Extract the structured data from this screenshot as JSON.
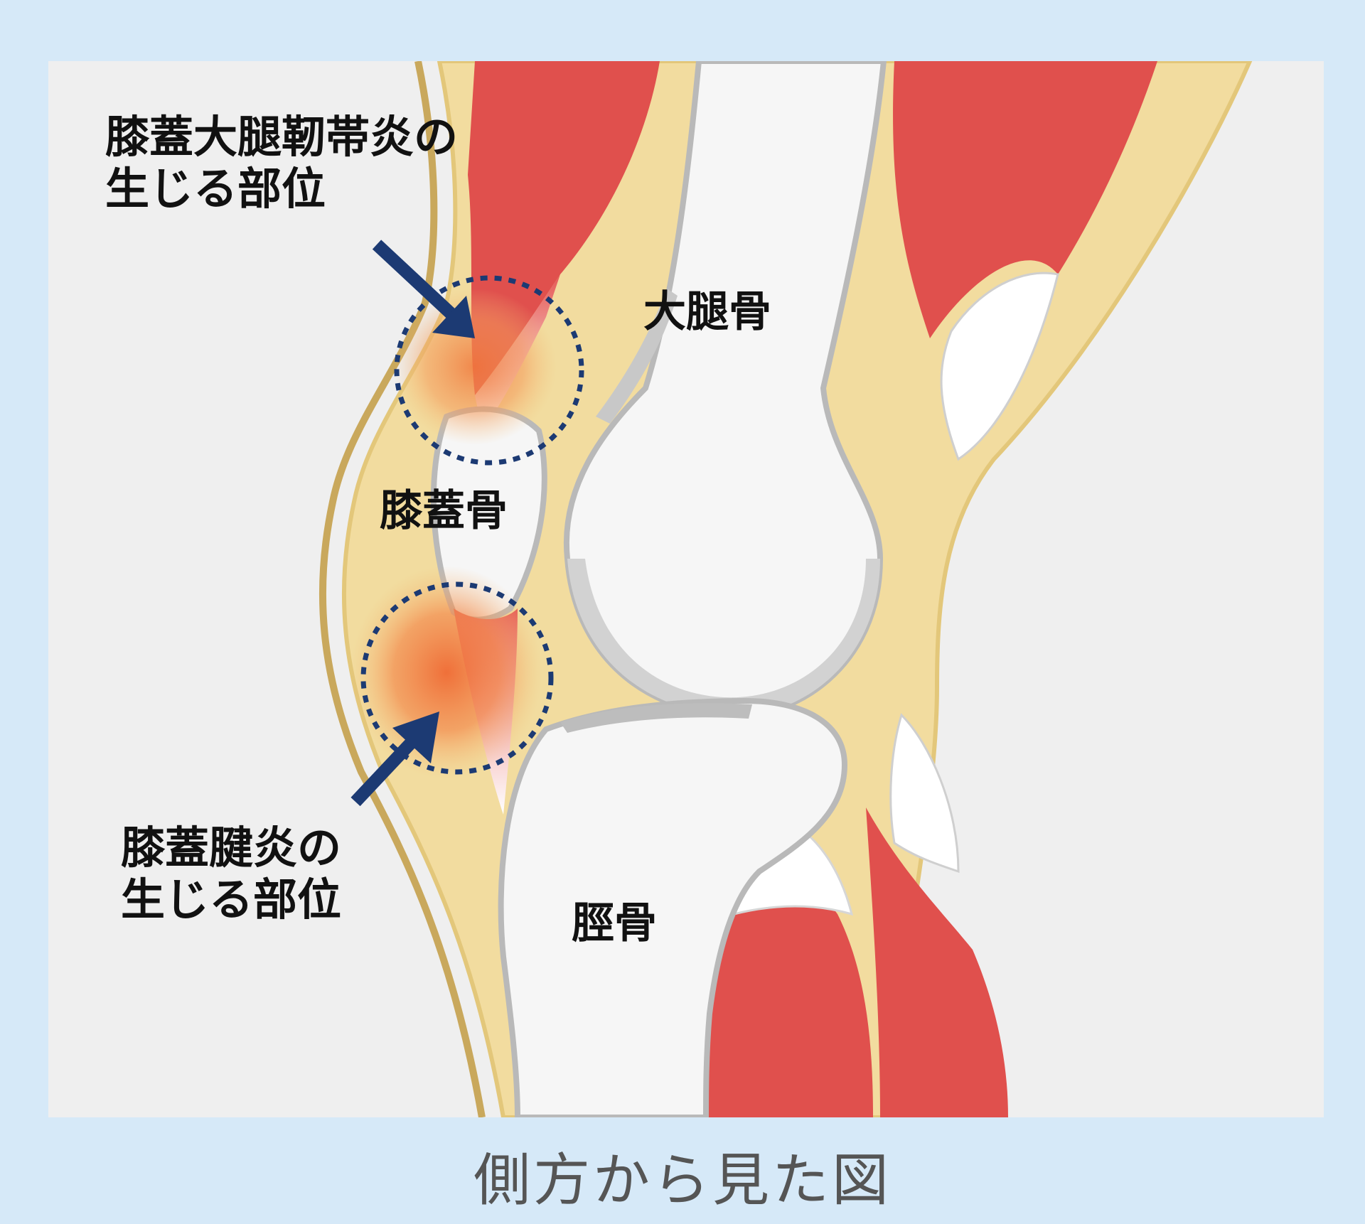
{
  "figure": {
    "callout_upper": {
      "line1": "膝蓋大腿靭帯炎の",
      "line2": "生じる部位"
    },
    "callout_lower": {
      "line1": "膝蓋腱炎の",
      "line2": "生じる部位"
    },
    "bone_labels": {
      "femur": "大腿骨",
      "patella": "膝蓋骨",
      "tibia": "脛骨"
    }
  },
  "caption": "側方から見た図",
  "colors": {
    "page_background": "#d6e9f8",
    "panel_background": "#efefef",
    "skin_fat": "#f2dc9f",
    "bone": "#f6f6f6",
    "muscle": "#e0504d",
    "inflammation": "#f0783c",
    "marker": "#1c3a73"
  },
  "icons": [
    "arrow-upper-icon",
    "arrow-lower-icon",
    "dashed-circle-upper",
    "dashed-circle-lower"
  ]
}
